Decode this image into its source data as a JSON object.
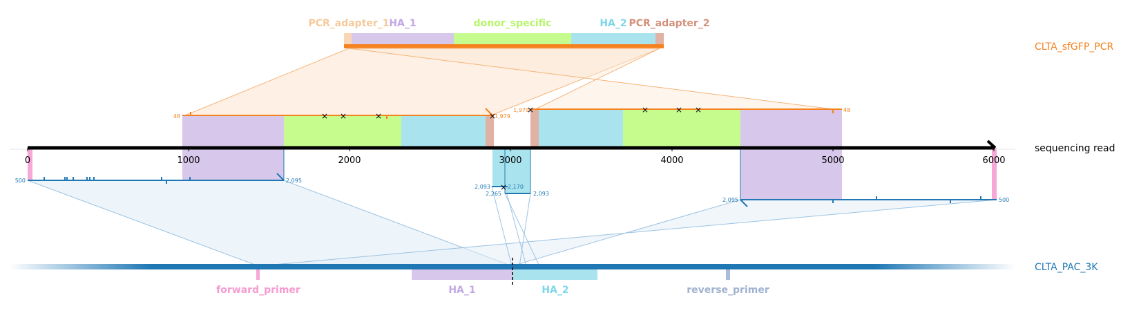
{
  "colors": {
    "pcr": "#f5821f",
    "pcr_light": "#fde9d8",
    "pac": "#1f77b4",
    "pac_light": "#e3eef7",
    "ha1": "#d7c7ea",
    "ha2": "#a9e4ee",
    "donor": "#c6fc8e",
    "pcr_adapter1": "#f9d6b5",
    "pcr_adapter2": "#e0b2a3",
    "forward_primer": "#f7a8d6",
    "reverse_primer": "#a9bcd9"
  },
  "top_ref": {
    "name": "CLTA_sfGFP_PCR",
    "features": [
      {
        "label": "PCR_adapter_1",
        "color": "#f5c99a"
      },
      {
        "label": "HA_1",
        "color": "#c3a7e6"
      },
      {
        "label": "donor_specific",
        "color": "#b6f56a"
      },
      {
        "label": "HA_2",
        "color": "#7dd7ea"
      },
      {
        "label": "PCR_adapter_2",
        "color": "#d48f7b"
      }
    ]
  },
  "read": {
    "name": "sequencing read",
    "ticks": [
      "0",
      "1000",
      "2000",
      "3000",
      "4000",
      "5000",
      "6000"
    ]
  },
  "annotations": {
    "left_pcr_start": "48",
    "left_pcr_end": "1,979",
    "right_pcr_start": "1,979",
    "right_pcr_end": "48",
    "pac_left_start": "500",
    "pac_left_end": "2,095",
    "pac_mid_a": "2,093",
    "pac_mid_b": "2,170",
    "pac_mid_c": "2,265",
    "pac_mid_d": "2,093",
    "pac_right_start": "2,095",
    "pac_right_end": "500"
  },
  "bottom_ref": {
    "name": "CLTA_PAC_3K",
    "features": [
      {
        "label": "forward_primer",
        "color": "#f59bd0"
      },
      {
        "label": "HA_1",
        "color": "#c3a7e6"
      },
      {
        "label": "HA_2",
        "color": "#7dd7ea"
      },
      {
        "label": "reverse_primer",
        "color": "#9fb2cf"
      }
    ]
  }
}
